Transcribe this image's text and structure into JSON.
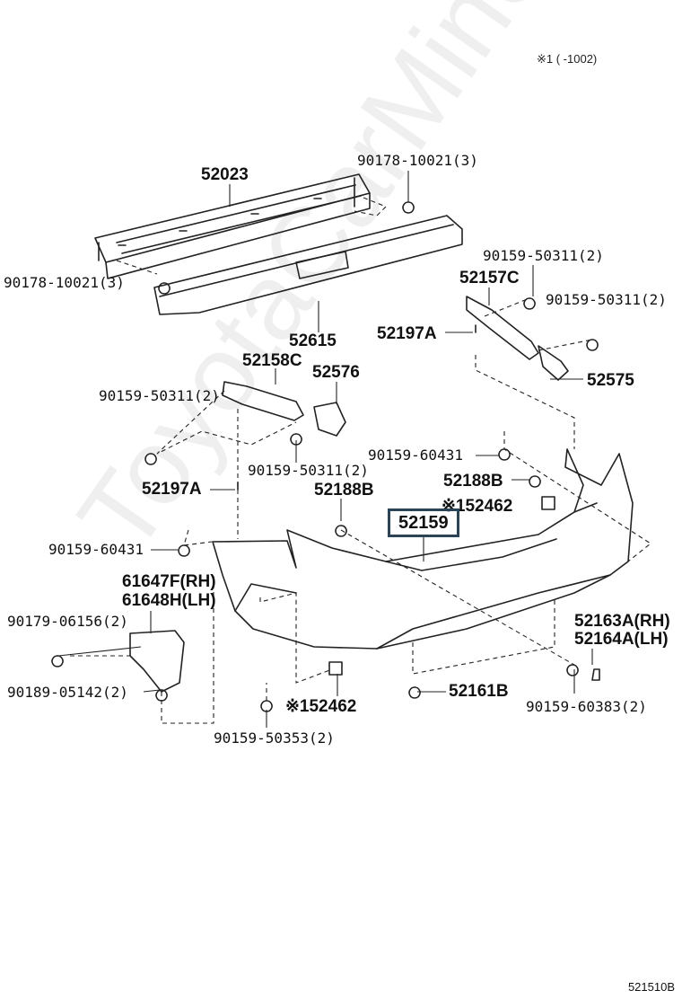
{
  "header_note": "※1 (      -1002)",
  "figure_code": "521510B",
  "watermark": "ToyotaCarMine.ru",
  "labels": {
    "p52023": "52023",
    "p90178_top": "90178-10021(3)",
    "p90178_left": "90178-10021(3)",
    "p52615": "52615",
    "p90159_50311_a": "90159-50311(2)",
    "p52157C": "52157C",
    "p90159_50311_b": "90159-50311(2)",
    "p52197A_r": "52197A",
    "p52575": "52575",
    "p52158C": "52158C",
    "p52576": "52576",
    "p90159_50311_c": "90159-50311(2)",
    "p90159_50311_d": "90159-50311(2)",
    "p90159_60431_r": "90159-60431",
    "p52188B_r": "52188B",
    "p52197A_l": "52197A",
    "p52188B_l": "52188B",
    "p52462_r": "※152462",
    "p52159": "52159",
    "p90159_60431_l": "90159-60431",
    "p61647F": "61647F(RH)",
    "p61648H": "61648H(LH)",
    "p90179": "90179-06156(2)",
    "p52163A": "52163A(RH)",
    "p52164A": "52164A(LH)",
    "p90189": "90189-05142(2)",
    "p52462_b": "※152462",
    "p52161B": "52161B",
    "p90159_60383": "90159-60383(2)",
    "p90159_50353": "90159-50353(2)"
  }
}
